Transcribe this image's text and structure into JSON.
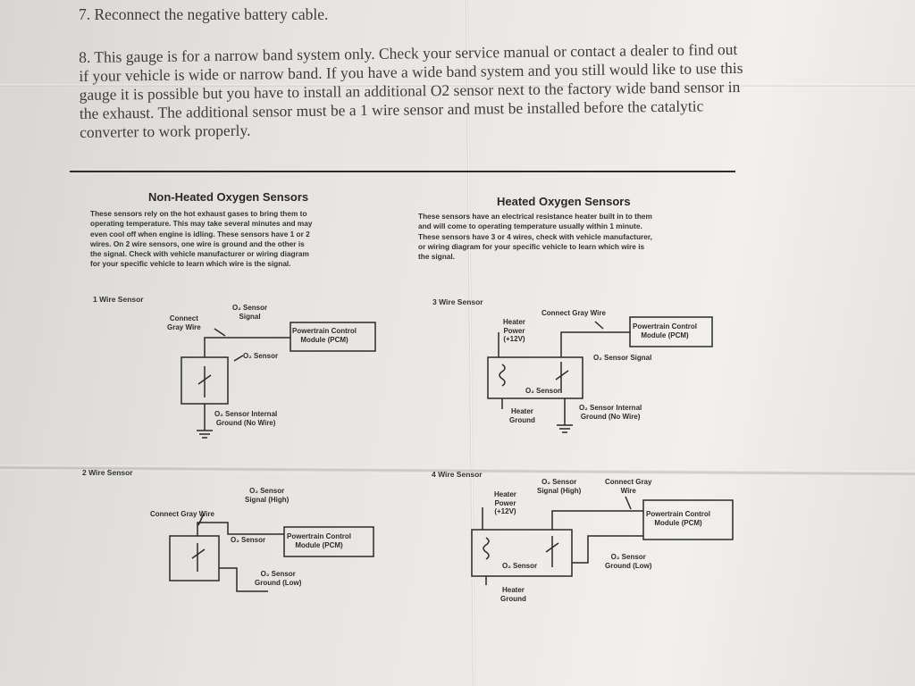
{
  "steps": {
    "step7": "7. Reconnect the negative battery cable.",
    "step8_lines": [
      "8. This gauge is for a narrow band system only. Check your service manual or contact a dealer to find out",
      "if your vehicle is wide or narrow band. If you have a wide band system and you still would like to use this",
      "gauge it is possible but you have to install an additional O2 sensor next to the factory wide band sensor in",
      "the exhaust. The additional sensor must be a 1 wire sensor and must be installed before the catalytic",
      "converter to work properly."
    ]
  },
  "non_heated": {
    "heading": "Non-Heated Oxygen Sensors",
    "lines": [
      "These sensors rely on the hot exhaust gases to bring them to",
      "operating temperature. This may take several minutes and may",
      "even cool off when engine is idling. These sensors have 1 or 2",
      "wires. On 2 wire sensors, one wire is ground and the other is",
      "the signal. Check with vehicle manufacturer or wiring diagram",
      "for your specific vehicle to learn which wire is the signal."
    ]
  },
  "heated": {
    "heading": "Heated Oxygen Sensors",
    "lines": [
      "These sensors have an electrical resistance heater built in to them",
      "and will come to operating temperature usually within 1 minute.",
      "These sensors have 3 or 4 wires, check with vehicle manufacturer,",
      "or wiring diagram for your specific vehicle to learn which wire is",
      "the signal."
    ]
  },
  "diagrams": {
    "one_wire": {
      "title": "1 Wire Sensor",
      "connect": "Connect\nGray Wire",
      "signal": "O₂ Sensor\nSignal",
      "pcm": "Powertrain Control\nModule (PCM)",
      "sensor": "O₂ Sensor",
      "ground": "O₂ Sensor Internal\nGround (No Wire)"
    },
    "three_wire": {
      "title": "3 Wire Sensor",
      "connect": "Connect Gray Wire",
      "heater_power": "Heater\nPower\n(+12V)",
      "pcm": "Powertrain Control\nModule (PCM)",
      "signal": "O₂ Sensor Signal",
      "sensor": "O₂ Sensor",
      "heater_ground": "Heater\nGround",
      "ground": "O₂ Sensor Internal\nGround (No Wire)"
    },
    "two_wire": {
      "title": "2 Wire Sensor",
      "signal": "O₂ Sensor\nSignal (High)",
      "connect": "Connect Gray Wire",
      "sensor": "O₂ Sensor",
      "pcm": "Powertrain Control\nModule (PCM)",
      "ground": "O₂ Sensor\nGround (Low)"
    },
    "four_wire": {
      "title": "4 Wire Sensor",
      "heater_power": "Heater\nPower\n(+12V)",
      "signal": "O₂ Sensor\nSignal (High)",
      "connect": "Connect Gray\nWire",
      "pcm": "Powertrain Control\nModule (PCM)",
      "sensor": "O₂ Sensor",
      "ground": "O₂ Sensor\nGround (Low)",
      "heater_ground": "Heater\nGround"
    }
  }
}
